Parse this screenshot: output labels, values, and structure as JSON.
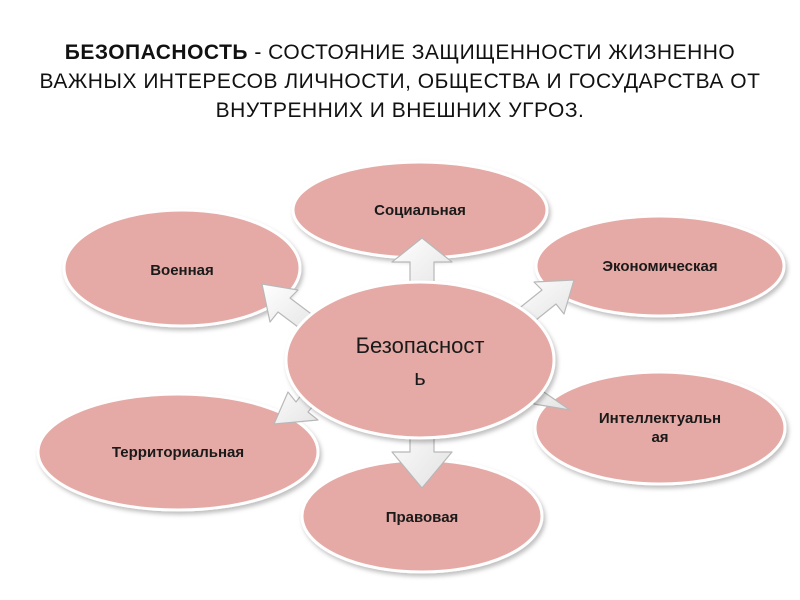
{
  "heading": {
    "term": "БЕЗОПАСНОСТЬ",
    "definition": " - СОСТОЯНИЕ ЗАЩИЩЕННОСТИ ЖИЗНЕННО ВАЖНЫХ ИНТЕРЕСОВ ЛИЧНОСТИ, ОБЩЕСТВА И ГОСУДАРСТВА ОТ ВНУТРЕННИХ И ВНЕШНИХ УГРОЗ."
  },
  "center": {
    "line1": "Безопасност",
    "line2": "ь"
  },
  "nodes": {
    "social": "Социальная",
    "military": "Военная",
    "economic": "Экономическая",
    "territorial": "Территориальная",
    "intellectual_line1": "Интеллектуальн",
    "intellectual_line2": "ая",
    "legal": "Правовая"
  },
  "colors": {
    "ellipse_fill": "#e5aaa5",
    "ellipse_stroke": "#ffffff",
    "arrow_fill": "#f1f1f1",
    "arrow_stroke": "#b8b8b8"
  }
}
